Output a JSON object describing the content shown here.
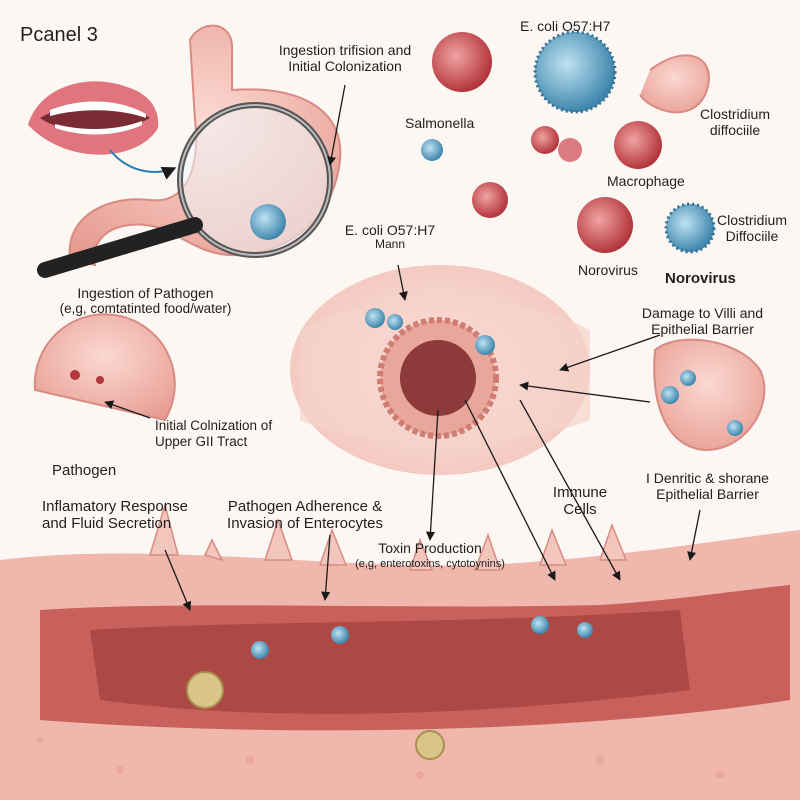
{
  "panel_title": "Pcanel 3",
  "labels": {
    "ingestion_colonization": [
      "Ingestion trifision and",
      "Initial Colonization"
    ],
    "ingestion_pathogen": [
      "Ingestion of Pathogen",
      "(e,g, comtatinted food/water)"
    ],
    "initial_colonization": [
      "Initial Colnization of",
      "Upper GII Tract"
    ],
    "pathogen": "Pathogen",
    "ecoli_top": "E. coli O57:H7",
    "salmonella": "Salmonella",
    "clostridium_top": [
      "Clostridium",
      "diffociile"
    ],
    "macrophage": "Macrophage",
    "ecoli_mid": "E. coli O57:H7",
    "mann": "Mann",
    "clostridium_mid": [
      "Clostridium",
      "Diffociile"
    ],
    "norovirus_1": "Norovirus",
    "norovirus_2": "Norovirus",
    "damage_villi": [
      "Damage to Villi and",
      "Epithelial Barrier"
    ],
    "inflammatory": [
      "Inflamatory Response",
      "and Fluid Secretion"
    ],
    "adherence": [
      "Pathogen Adherence &",
      "Invasion of Enterocytes"
    ],
    "toxin": "Toxin Production",
    "toxin_sub": "(e,g, enterotoxins, cytotoynins)",
    "immune": [
      "Immune",
      "Cells"
    ],
    "dendritic": [
      "I Denritic & shorane",
      "Epithelial Barrier"
    ]
  },
  "colors": {
    "tissue": "#efb1a6",
    "tissue_dark": "#c9706a",
    "lumen": "#b9524c",
    "ecoli": "#4f94b8",
    "pathogen_red": "#c8474d",
    "background": "#fdf7f4"
  },
  "icons": [
    "mouth-icon",
    "magnifier-icon",
    "stomach-icon",
    "microbe-icon",
    "intestine-section-icon"
  ]
}
